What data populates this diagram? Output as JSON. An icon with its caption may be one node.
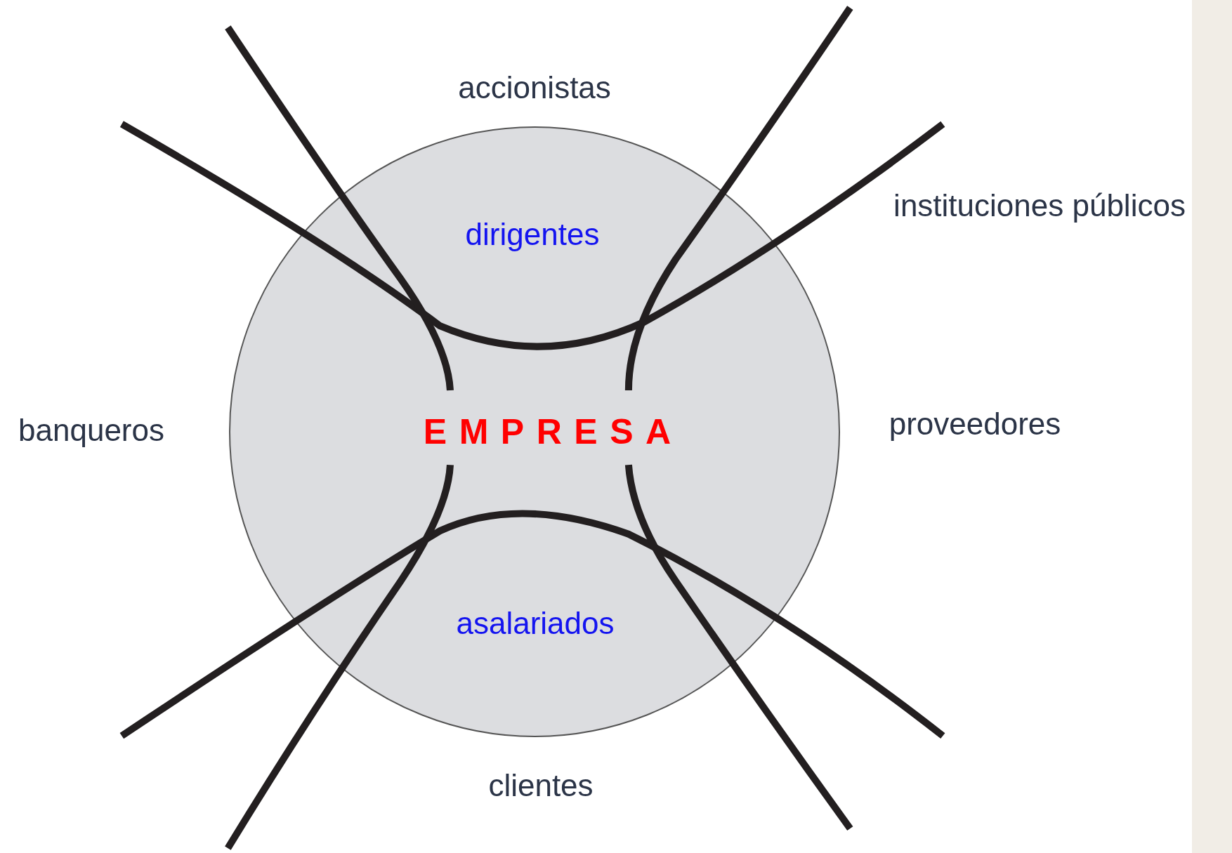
{
  "diagram": {
    "nodes": [
      {
        "text": [
          "dirigentes",
          "EMPRESA",
          "asalariados"
        ]
      }
    ],
    "labels": [
      "accionistas",
      "instituciones públicos",
      "banqueros",
      "proveedores",
      "clientes"
    ]
  }
}
